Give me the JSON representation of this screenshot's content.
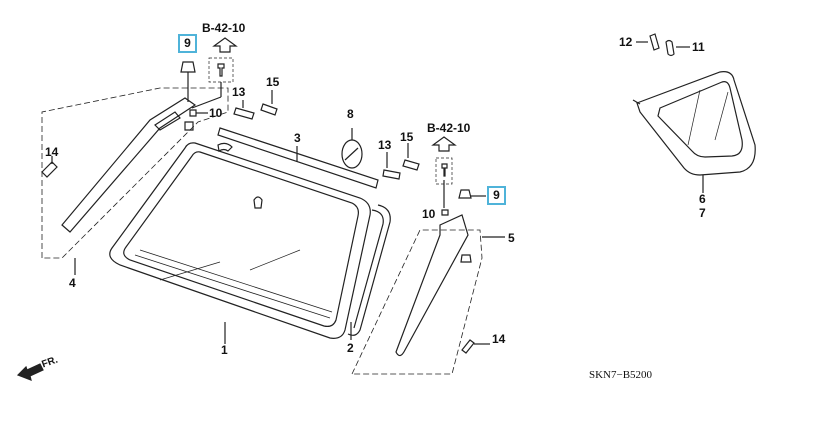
{
  "diagram": {
    "references": {
      "left": "B-42-10",
      "right": "B-42-10"
    },
    "callouts": {
      "p1": "1",
      "p2": "2",
      "p3": "3",
      "p4": "4",
      "p5": "5",
      "p6": "6",
      "p7": "7",
      "p8": "8",
      "p9_left": "9",
      "p9_right": "9",
      "p10_left": "10",
      "p10_right": "10",
      "p11": "11",
      "p12": "12",
      "p13_left": "13",
      "p13_right": "13",
      "p14_left": "14",
      "p14_right": "14",
      "p15_left": "15",
      "p15_right": "15"
    },
    "front_indicator": "FR.",
    "diagram_code": "SKN7−B5200",
    "highlight_color": "#4fb3d9"
  }
}
